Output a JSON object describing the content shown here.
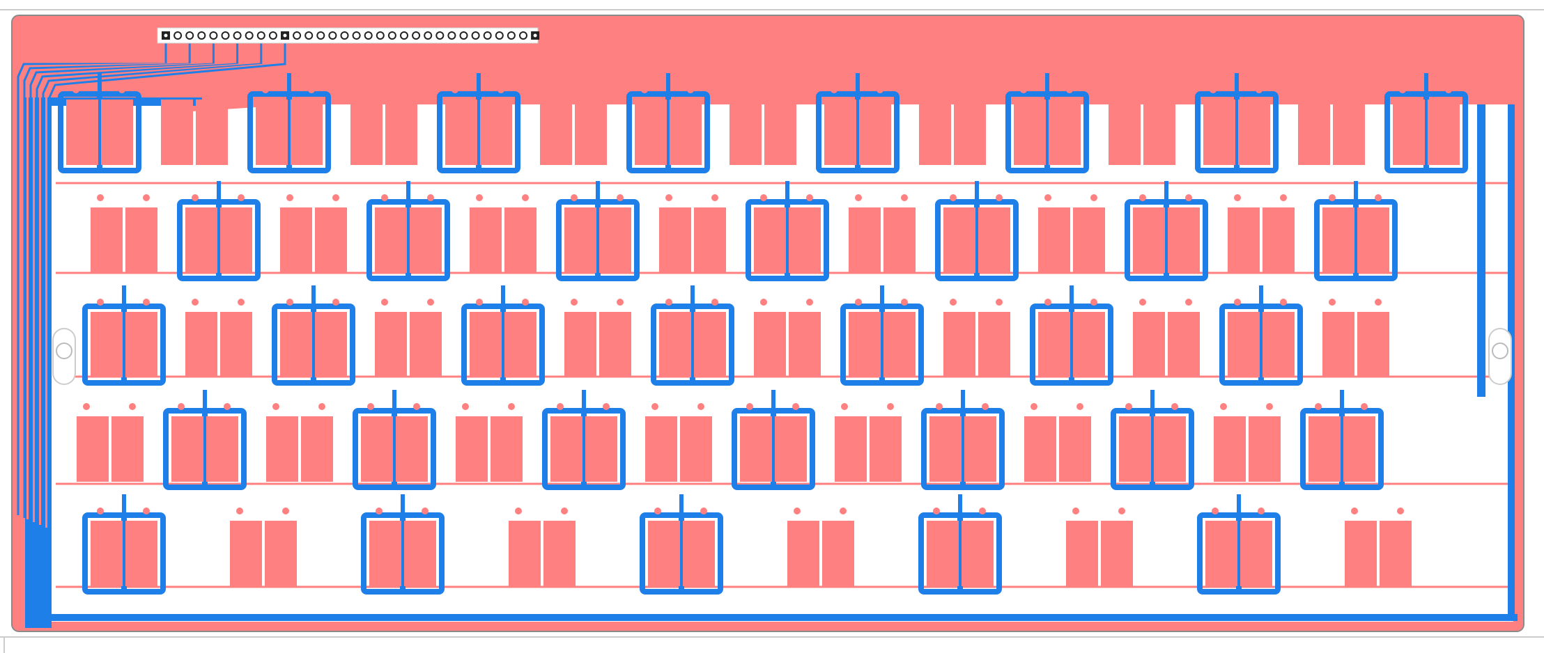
{
  "view": {
    "kind": "pcb-layout",
    "background": "#ffffff"
  },
  "colors": {
    "copper_front": "#ff8080",
    "copper_back": "#1e7fe8",
    "board_outline": "#8a8a8a",
    "connector_pad": "#222222",
    "hole": "#ffffff"
  },
  "connector": {
    "pin_count": 32,
    "square_pins": [
      1,
      11,
      32
    ]
  },
  "keyboard": {
    "rows": [
      {
        "row": 1,
        "key_count": 15
      },
      {
        "row": 2,
        "key_count": 14
      },
      {
        "row": 3,
        "key_count": 14
      },
      {
        "row": 4,
        "key_count": 14
      },
      {
        "row": 5,
        "key_count": 10
      }
    ]
  },
  "mounting_holes": {
    "count": 2
  }
}
